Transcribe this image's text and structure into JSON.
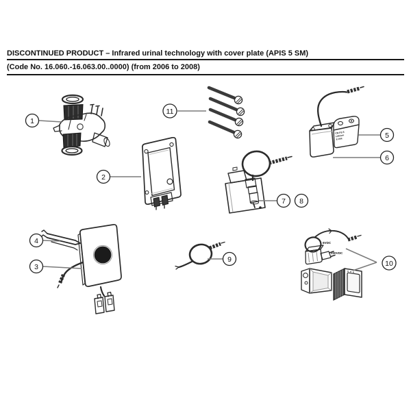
{
  "header": {
    "line1": "DISCONTINUED PRODUCT – Infrared urinal technology with cover plate (APIS 5 SM)",
    "line2": "(Code No. 16.060.-16.063.00..0000) (from 2006 to 2008)"
  },
  "colors": {
    "line": "#2b2b2b",
    "fill_light": "#ececec",
    "fill_dark": "#2e2e2e",
    "leader_gray": "#7a7a7a",
    "sensor_black": "#1b1b1b",
    "background": "#ffffff"
  },
  "parts": {
    "battery": {
      "label_line1": "CR-P2-S",
      "label_line2": "Lithium",
      "label_line3": "6 Volt"
    },
    "power_supply": {
      "label_output": "6VDC",
      "label_input": "230VDC"
    }
  },
  "callouts": [
    {
      "number": "1"
    },
    {
      "number": "2"
    },
    {
      "number": "3"
    },
    {
      "number": "4"
    },
    {
      "number": "5"
    },
    {
      "number": "6"
    },
    {
      "number": "7"
    },
    {
      "number": "8"
    },
    {
      "number": "9"
    },
    {
      "number": "10"
    },
    {
      "number": "11"
    }
  ]
}
